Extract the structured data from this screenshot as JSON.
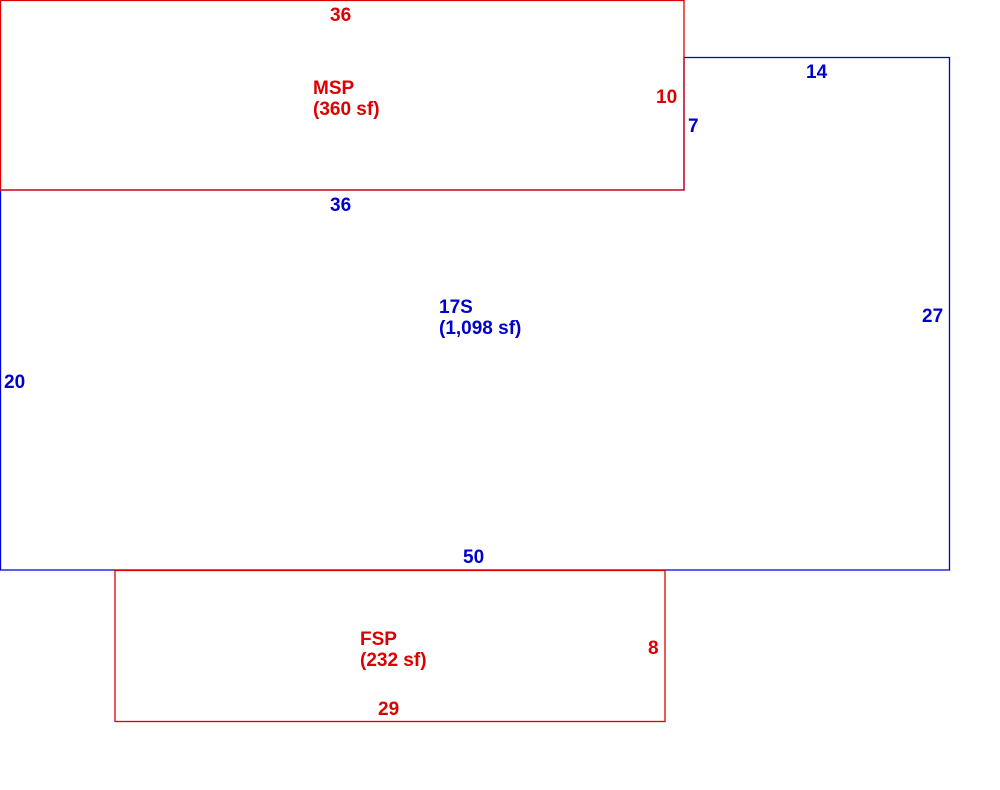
{
  "colors": {
    "main": "#0000cc",
    "addition": "#dd0000"
  },
  "areas": {
    "main": {
      "name": "17S",
      "area": "(1,098 sf)"
    },
    "msp": {
      "name": "MSP",
      "area": "(360 sf)"
    },
    "fsp": {
      "name": "FSP",
      "area": "(232 sf)"
    }
  },
  "dimensions": {
    "main_top_left": "36",
    "main_top_right": "14",
    "main_step": "7",
    "main_right": "27",
    "main_left": "20",
    "main_bottom": "50",
    "msp_top": "36",
    "msp_right": "10",
    "fsp_right": "8",
    "fsp_bottom": "29"
  }
}
